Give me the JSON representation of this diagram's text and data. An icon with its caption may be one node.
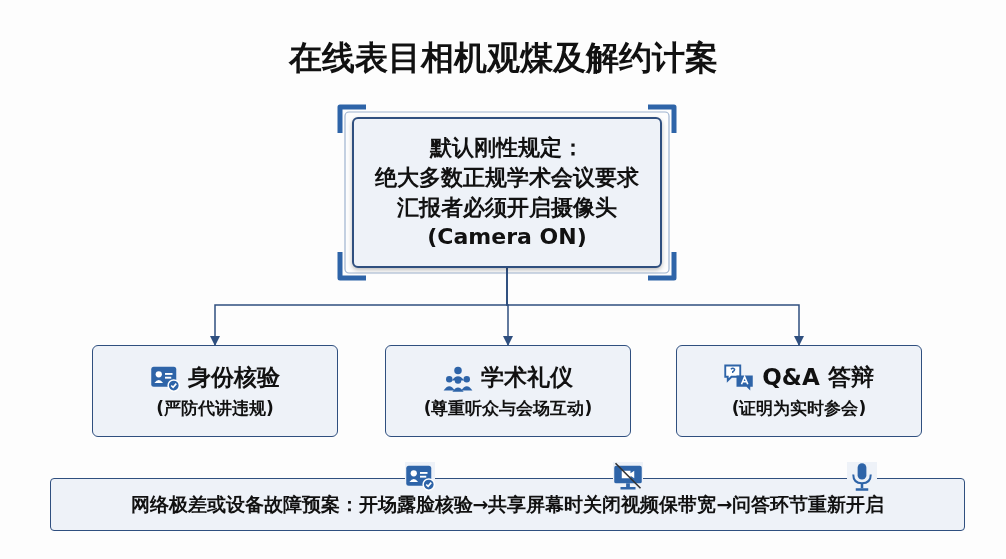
{
  "diagram": {
    "title": "在线表目相机观煤及解约计案",
    "nodes": [
      {
        "text": [
          "默认刚性规定：",
          "绝大多数正规学术会议要求汇报者必须开启摄像头 (Camera ON)"
        ]
      },
      {
        "text": [
          "身份核验",
          "(严防代讲违规)"
        ]
      },
      {
        "text": [
          "学术礼仪",
          "(尊重听众与会场互动)"
        ]
      },
      {
        "text": [
          "Q&A 答辩",
          "(证明为实时参会)"
        ]
      },
      {
        "text": [
          "网络极差或设备故障预案：开场露脸核验→共享屏幕时关闭视频保带宽→问答环节重新开启"
        ]
      }
    ],
    "edges": [
      {
        "from": 0,
        "to": 1,
        "arrow": "to"
      },
      {
        "from": 0,
        "to": 2,
        "arrow": "to"
      },
      {
        "from": 0,
        "to": 3,
        "arrow": "to"
      }
    ]
  }
}
